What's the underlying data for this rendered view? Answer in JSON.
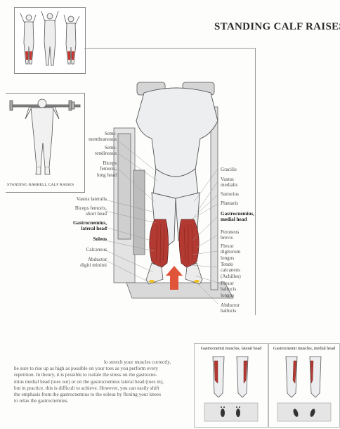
{
  "title": "STANDING CALF RAISES",
  "side_caption": "STANDING BARBELL CALF RAISES",
  "labels_left": [
    {
      "text": "Semi-\nmembranosus",
      "bold": false
    },
    {
      "text": "Semi-\ntendinosus",
      "bold": false
    },
    {
      "text": "Biceps\nfemoris,\nlong head",
      "bold": false
    },
    {
      "text": "Vastus lateralis",
      "bold": false
    },
    {
      "text": "Biceps femoris,\nshort head",
      "bold": false
    },
    {
      "text": "Gastrocnemius,\nlateral head",
      "bold": true
    },
    {
      "text": "Soleus",
      "bold": true
    },
    {
      "text": "Calcaneus",
      "bold": false
    },
    {
      "text": "Abductor\ndigiti minimi",
      "bold": false
    }
  ],
  "labels_right": [
    {
      "text": "Gracilis",
      "bold": false
    },
    {
      "text": "Vastus\nmedialis",
      "bold": false
    },
    {
      "text": "Sartorius",
      "bold": false
    },
    {
      "text": "Plantaris",
      "bold": false
    },
    {
      "text": "Gastrocnemius,\nmedial head",
      "bold": true
    },
    {
      "text": "Peroneus\nbrevis",
      "bold": false
    },
    {
      "text": "Flexor\ndigitorum\nlongus",
      "bold": false
    },
    {
      "text": "Tendo\ncalcaneus\n(Achilles)",
      "bold": false
    },
    {
      "text": "Flexor\nhallucis\nlongus",
      "bold": false
    },
    {
      "text": "Abductor\nhallucis",
      "bold": false
    }
  ],
  "body_lines": [
    "lo stretch your muscles correctly,",
    "be sure to rise up as high as possible on your toes as you perform every",
    "repetition. In theory, it is possible to isolate the stress on the gastrocne-",
    "mius medial head (toes out) or on the gastrocnemius lateral head (toes in),",
    "but in practice, this is difficult to achieve. However, you can easily shift",
    "the emphasis from the gastrocnemius to the soleus by flexing your knees",
    "to relax the gastrocnemius."
  ],
  "diagrams": [
    {
      "title": "Gastrocnemii muscles, lateral head"
    },
    {
      "title": "Gastrocnemii muscles, medial head"
    }
  ],
  "colors": {
    "muscle_red": "#b23a32",
    "arrow_red": "#e0553a",
    "skin": "#e8eaec",
    "outline": "#555555"
  }
}
